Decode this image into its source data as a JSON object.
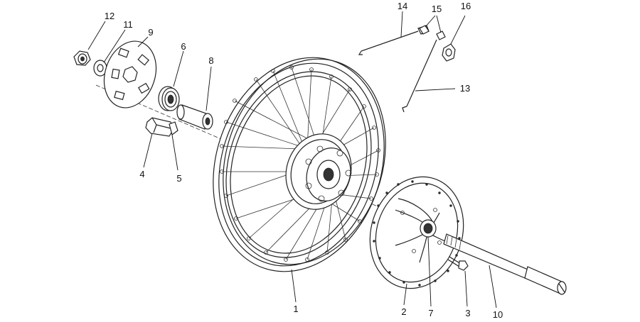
{
  "callouts": [
    {
      "id": "1",
      "part": "wheel-rim"
    },
    {
      "id": "2",
      "part": "brake-disc"
    },
    {
      "id": "3",
      "part": "disc-bolt"
    },
    {
      "id": "4",
      "part": "speedometer-drive"
    },
    {
      "id": "5",
      "part": "drive-tab"
    },
    {
      "id": "6",
      "part": "bearing"
    },
    {
      "id": "7",
      "part": "right-bearing"
    },
    {
      "id": "8",
      "part": "spacer"
    },
    {
      "id": "9",
      "part": "drive-plate"
    },
    {
      "id": "10",
      "part": "wheel-axle"
    },
    {
      "id": "11",
      "part": "washer"
    },
    {
      "id": "12",
      "part": "axle-nut"
    },
    {
      "id": "13",
      "part": "spoke-long"
    },
    {
      "id": "14",
      "part": "spoke-short"
    },
    {
      "id": "15",
      "part": "spoke-nipples"
    },
    {
      "id": "16",
      "part": "spoke-nipple-nut"
    }
  ]
}
